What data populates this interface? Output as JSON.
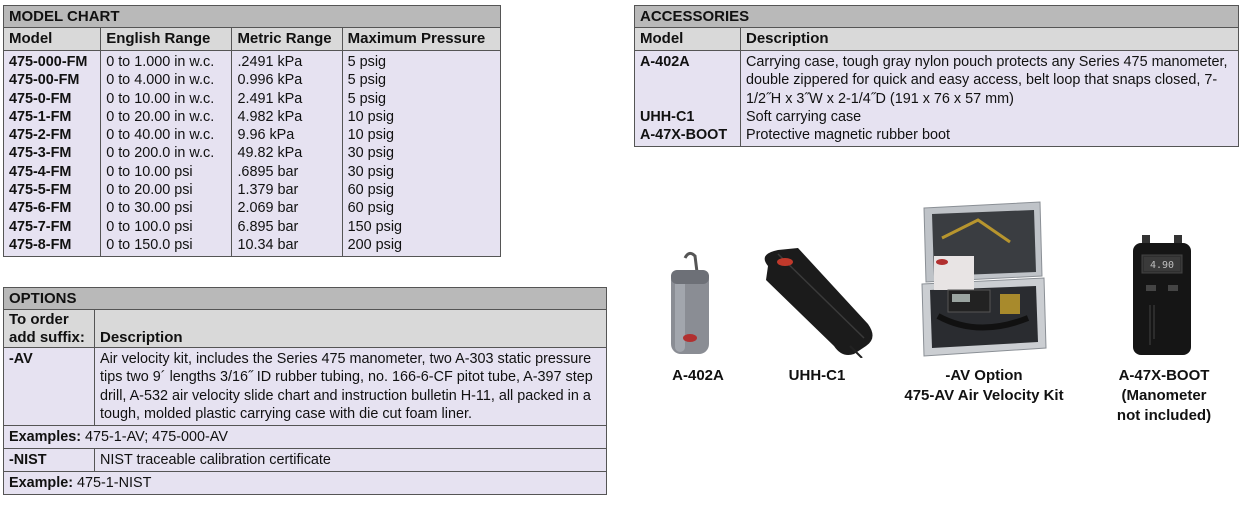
{
  "model_chart": {
    "title": "MODEL CHART",
    "columns": [
      "Model",
      "English Range",
      "Metric Range",
      "Maximum Pressure"
    ],
    "models": [
      "475-000-FM",
      "475-00-FM",
      "475-0-FM",
      "475-1-FM",
      "475-2-FM",
      "475-3-FM",
      "475-4-FM",
      "475-5-FM",
      "475-6-FM",
      "475-7-FM",
      "475-8-FM"
    ],
    "english": [
      "0 to 1.000 in w.c.",
      "0 to 4.000 in w.c.",
      "0 to 10.00 in w.c.",
      "0 to 20.00 in w.c.",
      "0 to 40.00 in w.c.",
      "0 to 200.0 in w.c.",
      "0 to 10.00 psi",
      "0 to 20.00 psi",
      "0 to 30.00 psi",
      "0 to 100.0 psi",
      "0 to 150.0 psi"
    ],
    "metric": [
      ".2491 kPa",
      "0.996 kPa",
      "2.491 kPa",
      "4.982 kPa",
      "9.96 kPa",
      "49.82 kPa",
      ".6895 bar",
      "1.379 bar",
      "2.069 bar",
      "6.895 bar",
      "10.34 bar"
    ],
    "max_pressure": [
      "5 psig",
      "5 psig",
      "5 psig",
      "10 psig",
      "10 psig",
      "30 psig",
      "30 psig",
      "60 psig",
      "60 psig",
      "150 psig",
      "200 psig"
    ]
  },
  "accessories": {
    "title": "ACCESSORIES",
    "columns": [
      "Model",
      "Description"
    ],
    "models": [
      "A-402A",
      "UHH-C1",
      "A-47X-BOOT"
    ],
    "descriptions": [
      "Carrying case, tough gray nylon pouch protects any Series 475 manometer, double zippered for quick and easy access, belt loop that snaps closed, 7-1/2˝H x 3˝W x 2-1/4˝D (191 x 76 x 57 mm)",
      "Soft carrying case",
      "Protective magnetic rubber boot"
    ]
  },
  "options": {
    "title": "OPTIONS",
    "col1_line1": "To order",
    "col1_line2": "add suffix:",
    "col2_header": "Description",
    "av_code": "-AV",
    "av_desc": "Air velocity kit, includes the Series 475 manometer, two A-303 static pressure tips two 9´ lengths 3/16˝ ID rubber tubing, no. 166-6-CF pitot tube, A-397 step drill, A-532 air velocity slide chart and instruction bulletin H-11, all packed in a tough, molded plastic carrying case with die cut foam liner.",
    "examples_label": "Examples:",
    "examples_value": " 475-1-AV; 475-000-AV",
    "nist_code": "-NIST",
    "nist_desc": "NIST traceable calibration certificate",
    "example_label": "Example:",
    "example_value": " 475-1-NIST"
  },
  "products": {
    "p1": "A-402A",
    "p2": "UHH-C1",
    "p3_line1": "-AV Option",
    "p3_line2": "475-AV Air Velocity Kit",
    "p4_line1": "A-47X-BOOT",
    "p4_line2": "(Manometer",
    "p4_line3": "not included)",
    "display_reading": "4.90"
  }
}
